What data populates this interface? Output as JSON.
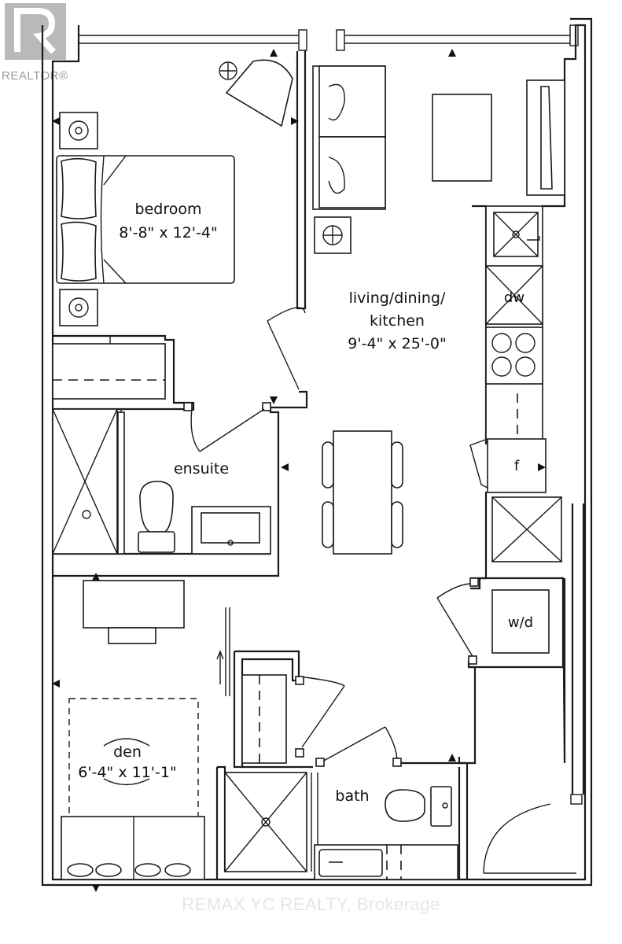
{
  "logo": {
    "text": "REALTOR®"
  },
  "watermark": "REMAX YC REALTY, Brokerage",
  "rooms": {
    "bedroom": {
      "name": "bedroom",
      "dims": "8'-8\" x 12'-4\""
    },
    "living": {
      "name_line1": "living/dining/",
      "name_line2": "kitchen",
      "dims": "9'-4\" x 25'-0\""
    },
    "ensuite": {
      "name": "ensuite"
    },
    "den": {
      "name": "den",
      "dims": "6'-4\" x 11'-1\""
    },
    "bath": {
      "name": "bath"
    }
  },
  "appliances": {
    "dishwasher": "dw",
    "fridge": "f",
    "washer_dryer": "w/d"
  }
}
